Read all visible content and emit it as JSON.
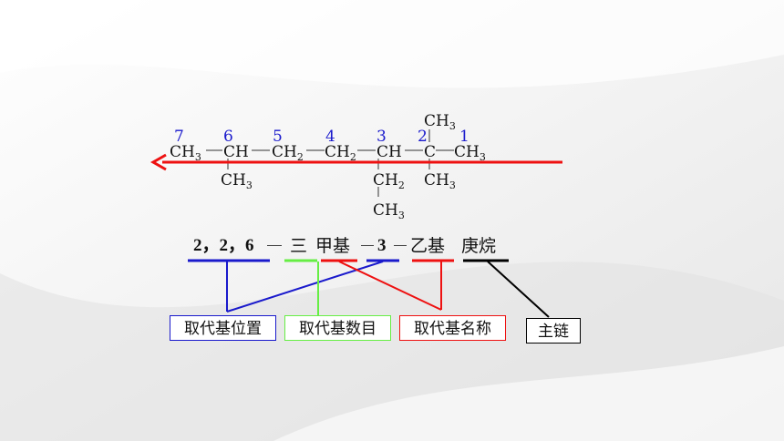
{
  "main_chain": {
    "positions": [
      "7",
      "6",
      "5",
      "4",
      "3",
      "2",
      "1"
    ],
    "atoms": {
      "c7": {
        "base": "CH",
        "sub": "3"
      },
      "c6": {
        "base": "CH",
        "sub": ""
      },
      "c5": {
        "base": "CH",
        "sub": "2"
      },
      "c4": {
        "base": "CH",
        "sub": "2"
      },
      "c3": {
        "base": "CH",
        "sub": ""
      },
      "c2": {
        "base": "C",
        "sub": ""
      },
      "c1": {
        "base": "CH",
        "sub": "3"
      }
    },
    "branches": {
      "c6_down": {
        "base": "CH",
        "sub": "3"
      },
      "c3_down1": {
        "base": "CH",
        "sub": "2"
      },
      "c3_down2": {
        "base": "CH",
        "sub": "3"
      },
      "c2_up": {
        "base": "CH",
        "sub": "3"
      },
      "c2_down": {
        "base": "CH",
        "sub": "3"
      }
    },
    "arrow_color": "#ee1111"
  },
  "name_parts": {
    "locants": "2，2，6",
    "count": "三",
    "substituent1": "甲基",
    "locant2": "3",
    "substituent2": "乙基",
    "parent": "庚烷"
  },
  "labels": {
    "position": "取代基位置",
    "number": "取代基数目",
    "name": "取代基名称",
    "main_chain": "主链"
  },
  "colors": {
    "blue": "#1a1acc",
    "green": "#66ee44",
    "red": "#ee1111",
    "black": "#000000"
  }
}
